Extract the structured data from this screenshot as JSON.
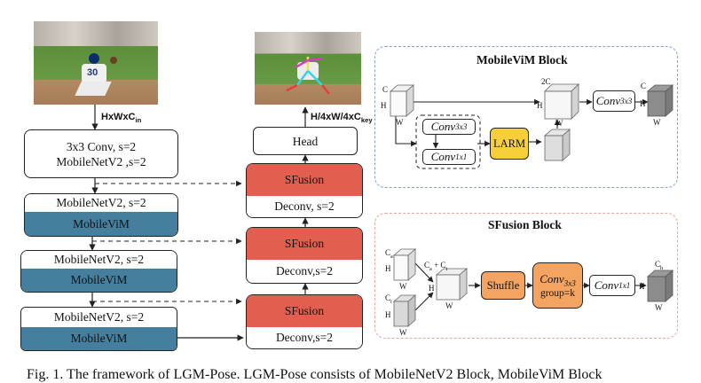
{
  "input_dim": "HxWxC",
  "input_dim_sub": "in",
  "output_dim": "H/4xW/4xC",
  "output_dim_sub": "key",
  "head_label": "Head",
  "stem": {
    "line1": "3x3 Conv, s=2",
    "line2": "MobileNetV2 ,s=2"
  },
  "stages": [
    {
      "top": "MobileNetV2, s=2",
      "bottom": "MobileViM"
    },
    {
      "top": "MobileNetV2, s=2",
      "bottom": "MobileViM"
    },
    {
      "top": "MobileNetV2, s=2",
      "bottom": "MobileViM"
    }
  ],
  "fusions": [
    {
      "top": "SFusion",
      "bottom": "Deconv, s=2"
    },
    {
      "top": "SFusion",
      "bottom": "Deconv,s=2"
    },
    {
      "top": "SFusion",
      "bottom": "Deconv,s=2"
    }
  ],
  "mobilevim_block": {
    "title": "MobileViM Block",
    "conv3_main": "Conv",
    "conv3_main_sub": "3x3",
    "conv3_inner": "Conv",
    "conv3_inner_sub": "3x3",
    "conv1_inner": "Conv",
    "conv1_inner_sub": "1x1",
    "larm": "LARM",
    "cube_labels": {
      "c": "C",
      "h": "H",
      "w": "W",
      "c2": "2C"
    }
  },
  "sfusion_block": {
    "title": "SFusion Block",
    "shuffle": "Shuffle",
    "conv_group": "Conv",
    "conv_group_sub": "3x3",
    "group_text": "group=k",
    "conv1": "Conv",
    "conv1_sub": "1x1",
    "cube_labels": {
      "ca": "C",
      "ca_sub": "a",
      "cb": "C",
      "cb_sub": "i",
      "csum": "C",
      "csum_a": "a",
      "csum_b": "i",
      "ch": "C",
      "ch_sub": "h",
      "h": "H",
      "w": "W"
    }
  },
  "caption": "Fig. 1. The framework of LGM-Pose. LGM-Pose consists of MobileNetV2 Block, MobileViM Block",
  "colors": {
    "sfusion": "#e25f4f",
    "mobilevim": "#467f9d",
    "larm": "#f7cf3b",
    "orange": "#f4a460",
    "blue_panel_border": "#7fa2c7",
    "red_panel_border": "#e8a59a"
  }
}
